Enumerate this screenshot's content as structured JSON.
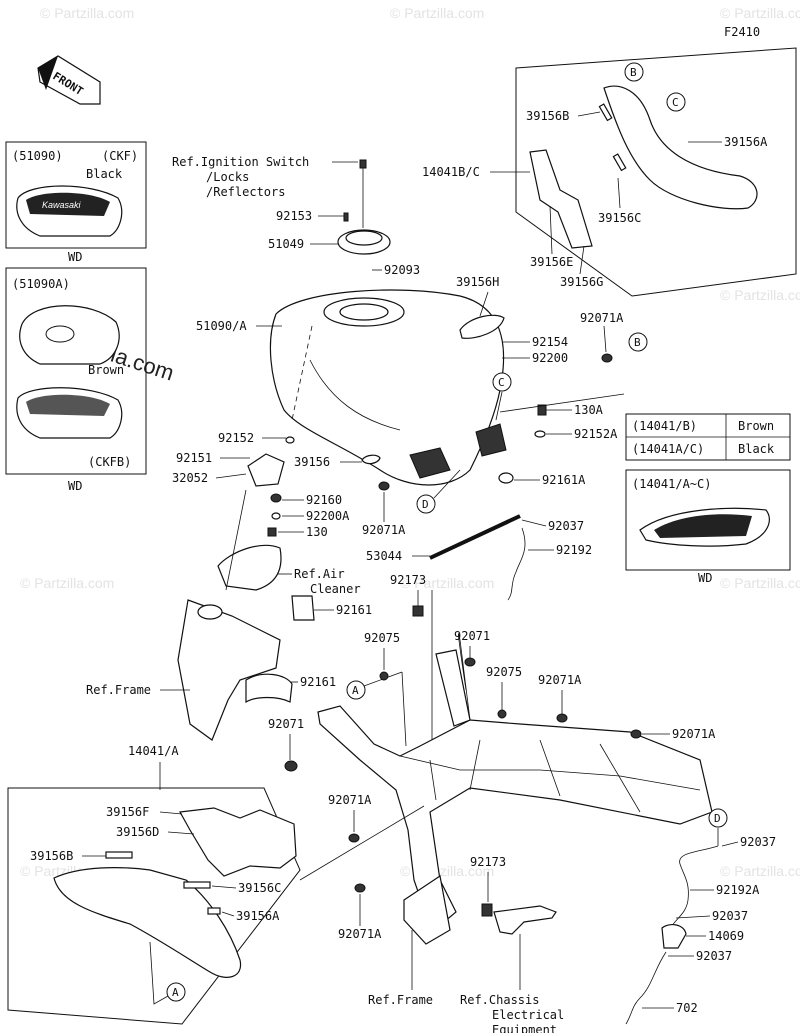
{
  "figure_code": "F2410",
  "watermark": "© Partzilla.com",
  "front_arrow": "FRONT",
  "inset_black": {
    "code": "(51090)",
    "variant": "(CKF)",
    "color": "Black",
    "brand": "Kawasaki",
    "footer": "WD"
  },
  "inset_brown": {
    "code": "(51090A)",
    "color": "Brown",
    "variant": "(CKFB)",
    "footer": "WD"
  },
  "inset_side_cover": {
    "title": "(14041/A~C)",
    "footer": "WD"
  },
  "color_table": [
    {
      "part": "(14041/B)",
      "color": "Brown"
    },
    {
      "part": "(14041A/C)",
      "color": "Black"
    }
  ],
  "callouts": {
    "ref_ignition": [
      "Ref.Ignition Switch",
      "/Locks",
      "/Reflectors"
    ],
    "ref_air_cleaner": [
      "Ref.Air",
      "Cleaner"
    ],
    "ref_frame_1": "Ref.Frame",
    "ref_frame_2": "Ref.Frame",
    "ref_chassis": [
      "Ref.Chassis",
      "Electrical",
      "Equipment"
    ],
    "p14041bc": "14041B/C",
    "p14041a": "14041/A",
    "p39156b_top": "39156B",
    "p39156a_top": "39156A",
    "p39156c_top": "39156C",
    "p39156e": "39156E",
    "p39156g": "39156G",
    "p92153": "92153",
    "p51049": "51049",
    "p92093": "92093",
    "p51090a": "51090/A",
    "p39156h": "39156H",
    "p92071a_1": "92071A",
    "p92154": "92154",
    "p92200": "92200",
    "p130a": "130A",
    "p92152a": "92152A",
    "p92152": "92152",
    "p92151": "92151",
    "p32052": "32052",
    "p39156": "39156",
    "p92161a": "92161A",
    "p92160": "92160",
    "p92200a": "92200A",
    "p130": "130",
    "p92071a_2": "92071A",
    "p92037_1": "92037",
    "p53044": "53044",
    "p92192": "92192",
    "p92173_1": "92173",
    "p92161_1": "92161",
    "p92071_1": "92071",
    "p92075_1": "92075",
    "p92161_2": "92161",
    "p92075_2": "92075",
    "p92071a_3": "92071A",
    "p92071_2": "92071",
    "p92071a_4": "92071A",
    "p39156f": "39156F",
    "p39156d": "39156D",
    "p39156b_bot": "39156B",
    "p39156c_bot": "39156C",
    "p39156a_bot": "39156A",
    "p92071a_5": "92071A",
    "p92071a_6": "92071A",
    "p92173_2": "92173",
    "p92037_2": "92037",
    "p92192a": "92192A",
    "p92037_3": "92037",
    "p14069": "14069",
    "p92037_4": "92037",
    "p702": "702"
  },
  "circle_markers": {
    "a": "A",
    "b": "B",
    "c": "C",
    "d": "D"
  }
}
